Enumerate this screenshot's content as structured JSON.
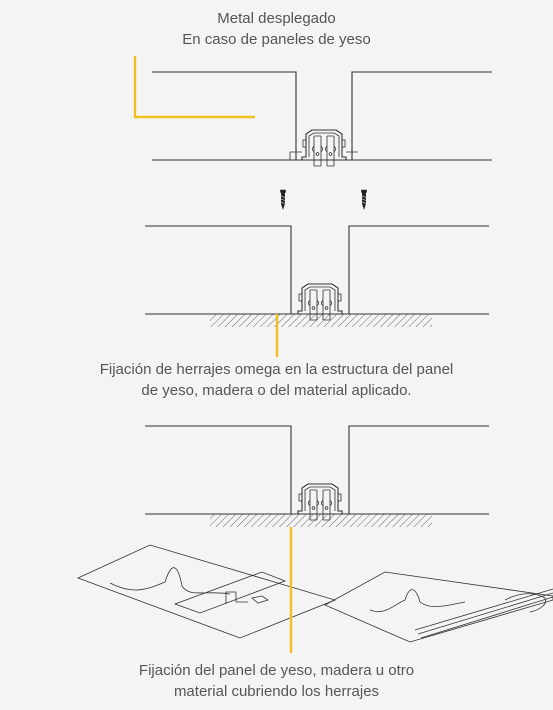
{
  "captions": {
    "top": {
      "line1": "Metal desplegado",
      "line2": "En caso de paneles de yeso"
    },
    "middle": {
      "line1": "Fijación de herrajes omega en la estructura del panel",
      "line2": "de yeso, madera o del material aplicado."
    },
    "bottom": {
      "line1": "Fijación del panel de yeso, madera u otro",
      "line2": "material cubriendo los herrajes"
    }
  },
  "colors": {
    "background": "#f4f4f4",
    "line": "#333333",
    "accent": "#f2c01e",
    "text": "#555555"
  },
  "icons": [
    "screw-icon",
    "screw-icon"
  ]
}
